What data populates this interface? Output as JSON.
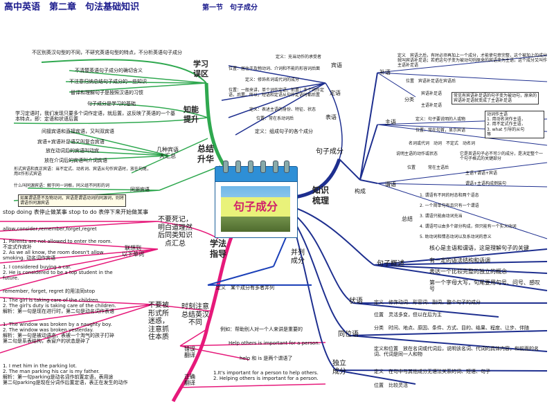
{
  "header": {
    "title": "高中英语　第二章　句法基础知识",
    "section": "第一节　句子成分"
  },
  "center": {
    "label": "句子成分"
  },
  "left_top": {
    "branch": "总结\n升华",
    "misunderstanding": "学习\n误区",
    "mis_items": [
      "不区别英汉句型的不同，不研究英语句型的特点，不分析英语句子成分",
      "不清楚英语句子成分的确切含义",
      "不注意归纳总结句子成分的一些知识",
      "替译和理解句子是按照汉语的习惯"
    ],
    "ability": "知能\n提升",
    "ability_items": [
      "句子成分是学习的基础",
      "学习定语时，我们发现只要多个词作定语，就后置，这反映了英语的一个基本特点，即：定语和状语后置"
    ],
    "complement": "几种宾语\n大汇总",
    "comp_items": [
      "间接宾语和直接宾语，又叫双宾语",
      "宾语+宾语补足语又叫复合宾语",
      "放在动词后的宾语叫动宾",
      "放在介词后的宾语叫介词宾语",
      "形式宾语和真正宾语：当不定式、动名词、宾语从句作宾语时，放在句尾，用it作形式宾语"
    ],
    "cognate": "同源宾语",
    "cognate_items": [
      "什么叫同源宾语：解于同一词根，同义组不同形的词",
      "如果谓语是不及物动词，宾语是谓语动词的同源词，则将谓语作同源宾语"
    ]
  },
  "left_bottom": {
    "branch": "学法\n指导",
    "rule": "不要死记，\n明白道理然\n后同类知识\n点汇总",
    "rule_items": [
      "stop doing 表停止做某事 stop to do 表停下来开始做某事",
      "allow,consider,remember,forget,regret"
    ],
    "contrast": "联想到\n以下单词",
    "contrast_items": [
      "1. Parents are not allowed to enter the room. 不定式作宾补\n2. As we all know, the room doesn't allow smoking. 动名词作宾语",
      "1. I considered buying a car.\n2. He is considered to be a top student in the future.",
      "remember, forget, regret 的用法同stop"
    ],
    "form": "不要被\n形式所\n迷惑，\n注意抓\n住本质",
    "form_items": [
      "1. The girl is taking care of the children.\n2. The girl's duty is taking care of the children.\n解析：第一句是现在进行时，第二句是动名词作表语",
      "1. The window was broken by a naughty boy.\n2. The window was broken yesterday.\n解析：第一句是被动语态，表被一个淘气的孩子打碎\n第二句是系表结构，表窗户的状态是碎了",
      "1. I met him in the parking lot.\n2. The man parking his car is my father.\n解析：第一句parking是动名词作前置定语，表用途\n第二句parking是现在分词作后置定语，表正在发生的动作"
    ],
    "alert": "时刻注意\n总结英汉\n不同",
    "alert_example": "例如：帮助别人对一个人来讲是重要的",
    "wrong": "错误\n翻译",
    "wrong_items": [
      "Help others is important for a person.",
      "help 和 is 是两个谓语了"
    ],
    "right": "正确\n翻译",
    "right_items": [
      "1.It's important for a person to help others.\n2. Helping others is important for a person."
    ]
  },
  "right": {
    "knowledge": "知识\n梳理",
    "components": "句子成分",
    "structure": "构成",
    "predicate_obj": "宾语",
    "obj_items": [
      "定义：充当动作的承受者",
      "位置：居住于及物动词、介词和不能的形容词后面"
    ],
    "attributive": "定语",
    "attr_items": [
      "定义：修饰名词或代词的成分",
      "位置：一般来讲，单个词作定语，前置；多个词作定语，后置。所以，短语和定语从句作定语时都后置"
    ],
    "predicative": "表语",
    "pred_items": [
      "定义：表述主语的身份、特征、状态",
      "位置：常在系动词后"
    ],
    "def": "定义：组成句子的各个成分",
    "complement": "补语",
    "comp_items": [
      "定义　宾语之后，有时必须再加上一个成分，才能使句意完整，这个被加上的成分就叫宾语补足语；若把这句子变为被动句则原来的宾语变为主语，这个成分又叫作主语补足语",
      "位置　宾语补足语在宾语后",
      "分类",
      "宾语补足语",
      "主语补足语",
      "常见有宾语补足语的句子变为被动句，原来的宾语补足语就变成了主语补足语"
    ],
    "subject": "主语",
    "subj_items": [
      "定义：句子要说明的人或物",
      "位置：常在句首，显示宾语",
      "名词或代词　动词　不定式　动名词",
      "动词作主语\n1. 用动名词作主语，\n2. 用不定式作主语，\n3. what 引导的从句\n等"
    ],
    "predicate": "谓语",
    "pred2_items": [
      "说明主语的动作或状态",
      "它是英语句子必不可少的成分，是决定整个一个句子格式的关键部分",
      "位置",
      "常在主语后",
      "主语+谓语+宾语",
      "谓语+主语构成倒装句",
      "1. 谓语有不同的时态和两个语态",
      "2. 一个简单句有且只有一个谓语",
      "3. 谓语只能由动词充当",
      "4. 谓语可以由多个部分构成，但只能有一个实义动词",
      "5. 助动词和情态动词以及系动词的意义"
    ],
    "total": "总结",
    "overview": "句子概述",
    "ov_items": [
      "核心是主语和谓语，这是理解句子的关键",
      "有一定的语法结构和语调",
      "表达一个比较完整的独立的概念",
      "第一个字母大写，句尾要用句号、问号、感叹号"
    ],
    "adverbial": "状语",
    "adv_items": [
      "定义　修饰动词、形容词、副词，整个句子的成分",
      "位置　灵活多变，但以在后为主"
    ],
    "appositive": "同位语",
    "appos_items": [
      "分类　时间、地点、原因、条件、方式、目的、结果、程度、让步、伴随",
      "定义和位置　放在名词或代词后，说明该名词、代词的具体内容，和前面的名词、代词是同一人和物"
    ],
    "parallel": "并列\n成分",
    "parallel_def": "定义　某个成分有多者并列",
    "independent": "独立\n成分",
    "indep_items": [
      "定义　在句中与其他成分无语法关系的词、短语、句子",
      "位置　比较灵活"
    ]
  },
  "colors": {
    "green": "#2fa84f",
    "blue": "#1a3fb8",
    "magenta": "#e6197a",
    "darkblue": "#1e2f8f"
  }
}
